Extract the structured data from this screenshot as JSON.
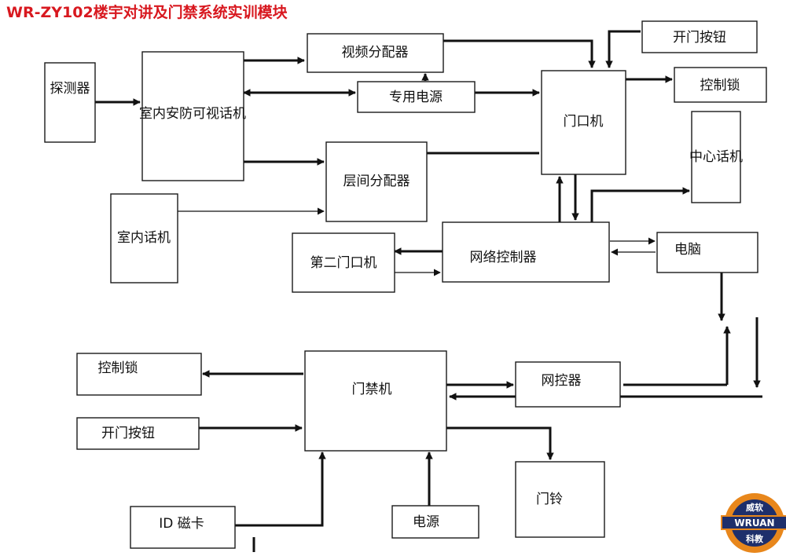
{
  "title": "WR-ZY102楼宇对讲及门禁系统实训模块",
  "colors": {
    "title": "#d8181f",
    "line": "#111111",
    "logo_ring": "#e8871c",
    "logo_inner": "#1e2f6b"
  },
  "nodes": {
    "detector": "探测器",
    "indoor_security_video_phone": "室内安防可视话机",
    "video_distributor": "视频分配器",
    "dedicated_power": "专用电源",
    "floor_distributor": "层间分配器",
    "indoor_phone": "室内话机",
    "door_unit": "门口机",
    "open_door_button_top": "开门按钮",
    "control_lock_top": "控制锁",
    "center_unit": "中心话机",
    "second_door_unit": "第二门口机",
    "network_controller": "网络控制器",
    "computer": "电脑",
    "control_lock_bottom": "控制锁",
    "access_controller": "门禁机",
    "net_controller": "网控器",
    "open_door_button_bottom": "开门按钮",
    "doorbell": "门铃",
    "id_card": "ID 磁卡",
    "power": "电源"
  },
  "logo": {
    "top": "威软",
    "middle": "WRUAN",
    "bottom": "科教"
  }
}
